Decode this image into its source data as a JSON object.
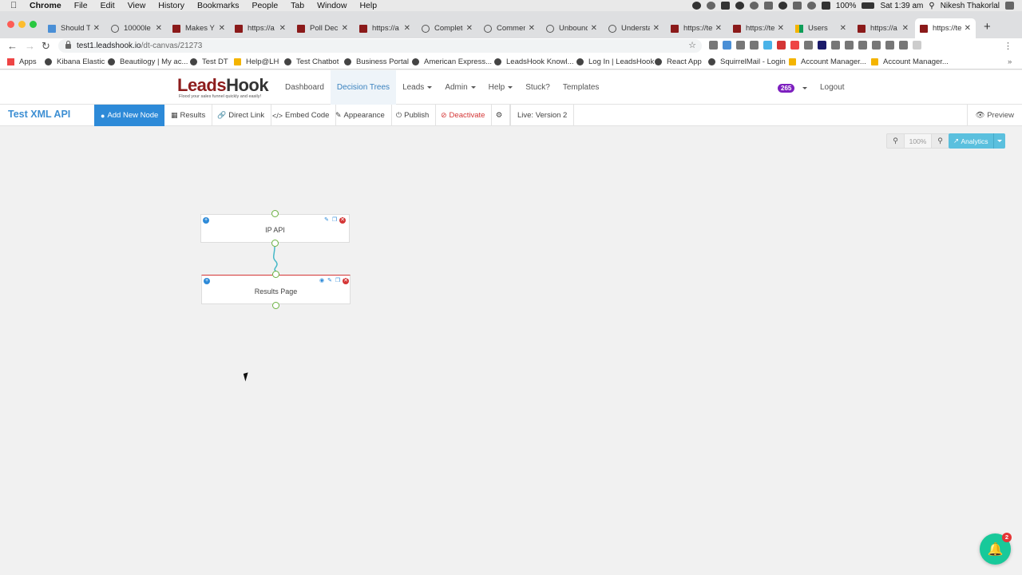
{
  "mac_menu": {
    "app": "Chrome",
    "items": [
      "File",
      "Edit",
      "View",
      "History",
      "Bookmarks",
      "People",
      "Tab",
      "Window",
      "Help"
    ],
    "battery": "100%",
    "battery_label": "",
    "time": "Sat 1:39 am",
    "user": "Nikesh Thakorlal"
  },
  "tabs": [
    {
      "title": "Should T",
      "icon": "doc-icon"
    },
    {
      "title": "10000le",
      "icon": "globe-icon"
    },
    {
      "title": "Makes Y",
      "icon": "leadshook-icon"
    },
    {
      "title": "https://a",
      "icon": "leadshook-icon"
    },
    {
      "title": "Poll Deci",
      "icon": "leadshook-icon"
    },
    {
      "title": "https://a",
      "icon": "leadshook-icon"
    },
    {
      "title": "Complete",
      "icon": "globe-icon"
    },
    {
      "title": "Comment",
      "icon": "globe-icon"
    },
    {
      "title": "Unbounc",
      "icon": "globe-icon"
    },
    {
      "title": "Understa",
      "icon": "globe-icon"
    },
    {
      "title": "https://te",
      "icon": "leadshook-icon"
    },
    {
      "title": "https://te",
      "icon": "leadshook-icon"
    },
    {
      "title": "Users",
      "icon": "grid-icon"
    },
    {
      "title": "https://a",
      "icon": "leadshook-icon"
    },
    {
      "title": "https://te",
      "icon": "leadshook-icon",
      "active": true
    }
  ],
  "address": {
    "domain": "test1.leadshook.io",
    "path": "/dt-canvas/21273"
  },
  "bookmarks": [
    "Apps",
    "Kibana Elastic",
    "Beautilogy | My ac...",
    "Test DT",
    "Help@LH",
    "Test Chatbot",
    "Business Portal",
    "American Express...",
    "LeadsHook Knowl...",
    "Log In | LeadsHook",
    "React App",
    "SquirrelMail - Login",
    "Account Manager...",
    "Account Manager..."
  ],
  "app": {
    "logo_main": "Leads",
    "logo_hook": "Hook",
    "logo_tagline": "Flood your sales funnel quickly and easily!",
    "nav": {
      "dashboard": "Dashboard",
      "decision_trees": "Decision Trees",
      "leads": "Leads",
      "admin": "Admin",
      "help": "Help",
      "stuck": "Stuck?",
      "templates": "Templates"
    },
    "badge_count": "265",
    "logout": "Logout"
  },
  "toolbar": {
    "title": "Test XML API",
    "add_node": "Add New Node",
    "results": "Results",
    "direct_link": "Direct Link",
    "embed_code": "Embed Code",
    "appearance": "Appearance",
    "publish": "Publish",
    "deactivate": "Deactivate",
    "live": "Live: Version 2",
    "preview": "Preview"
  },
  "canvas": {
    "zoom": "100%",
    "analytics": "Analytics",
    "nodes": [
      {
        "label": "IP API"
      },
      {
        "label": "Results Page"
      }
    ]
  },
  "notifications": {
    "count": "2"
  },
  "colors": {
    "primary": "#2d8ad8",
    "danger": "#d43535",
    "badge": "#7d1fbf",
    "analytics": "#5bc0de",
    "connector": "#6ab140",
    "bell": "#18c99a"
  }
}
